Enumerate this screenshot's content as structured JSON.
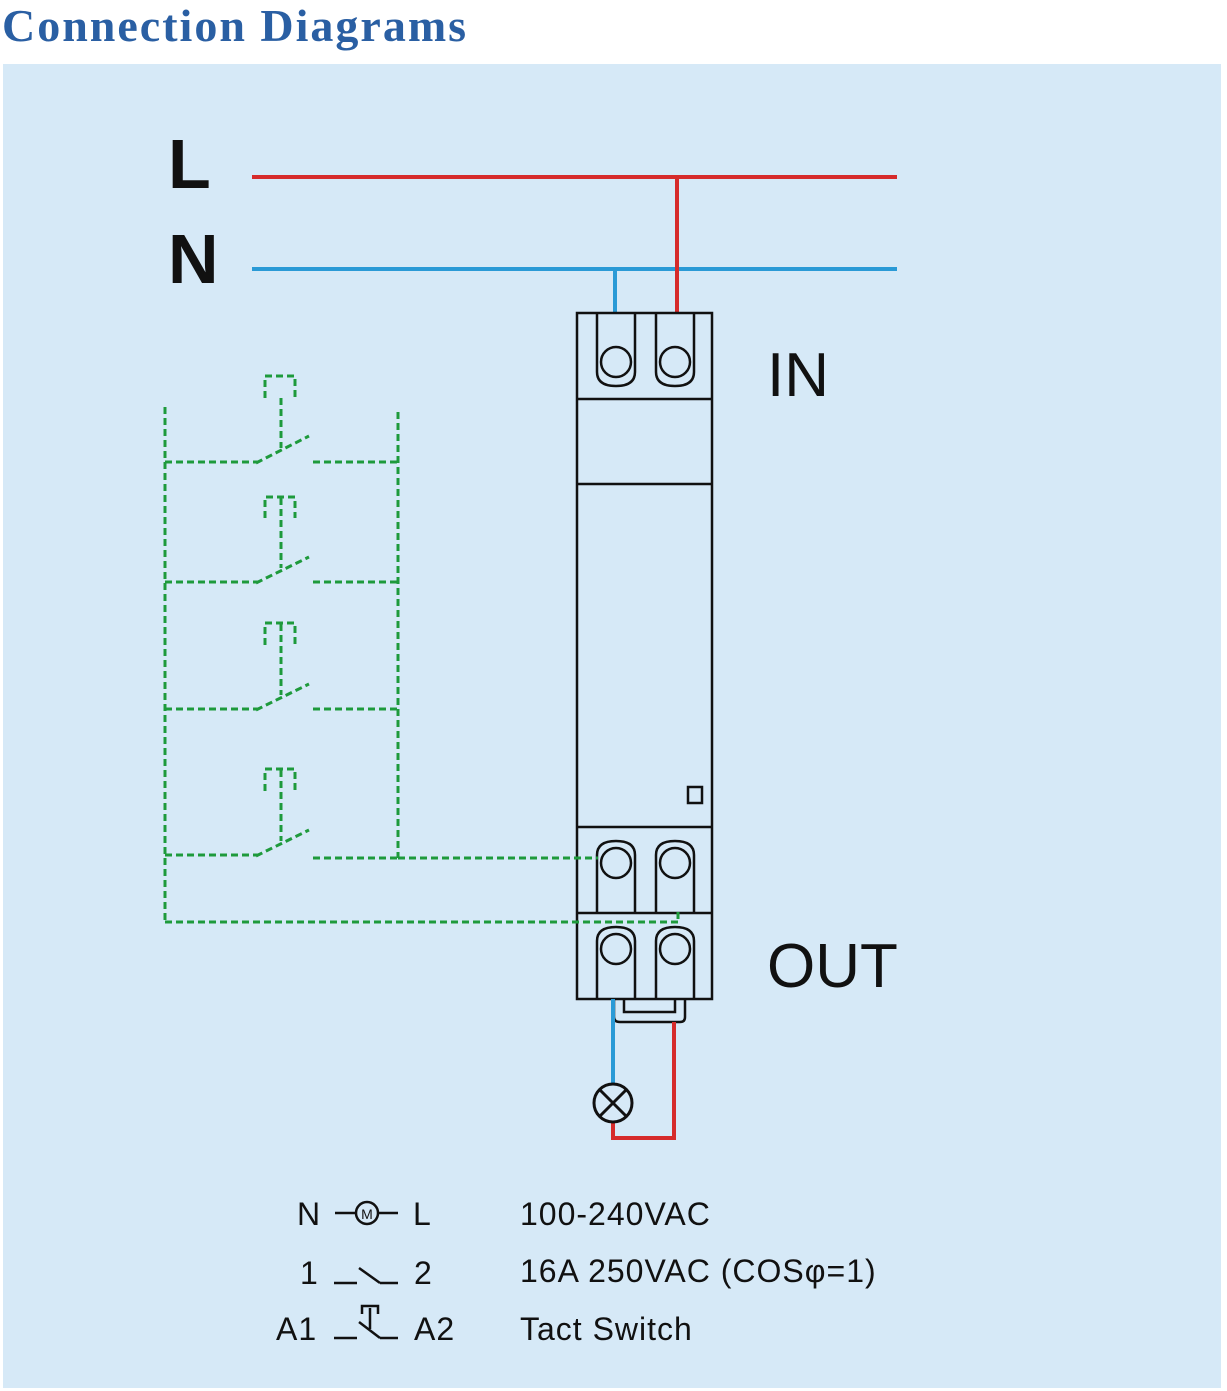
{
  "header": {
    "title": "Connection Diagrams"
  },
  "diagram": {
    "bus_l_label": "L",
    "bus_n_label": "N",
    "in_label": "IN",
    "out_label": "OUT"
  },
  "legend": [
    {
      "left": "N",
      "symbol": "motor-icon",
      "right": "L",
      "description": "100-240VAC"
    },
    {
      "left": "1",
      "symbol": "contact-icon",
      "right": "2",
      "description": "16A  250VAC  (COSφ=1)"
    },
    {
      "left": "A1",
      "symbol": "tact-switch-icon",
      "right": "A2",
      "description": "Tact Switch"
    }
  ],
  "colors": {
    "title": "#2a5fa3",
    "panel_background": "#d6e9f7",
    "live_wire": "#d62b2b",
    "neutral_wire": "#2a9ad6",
    "control_wire": "#1e9a3c"
  }
}
